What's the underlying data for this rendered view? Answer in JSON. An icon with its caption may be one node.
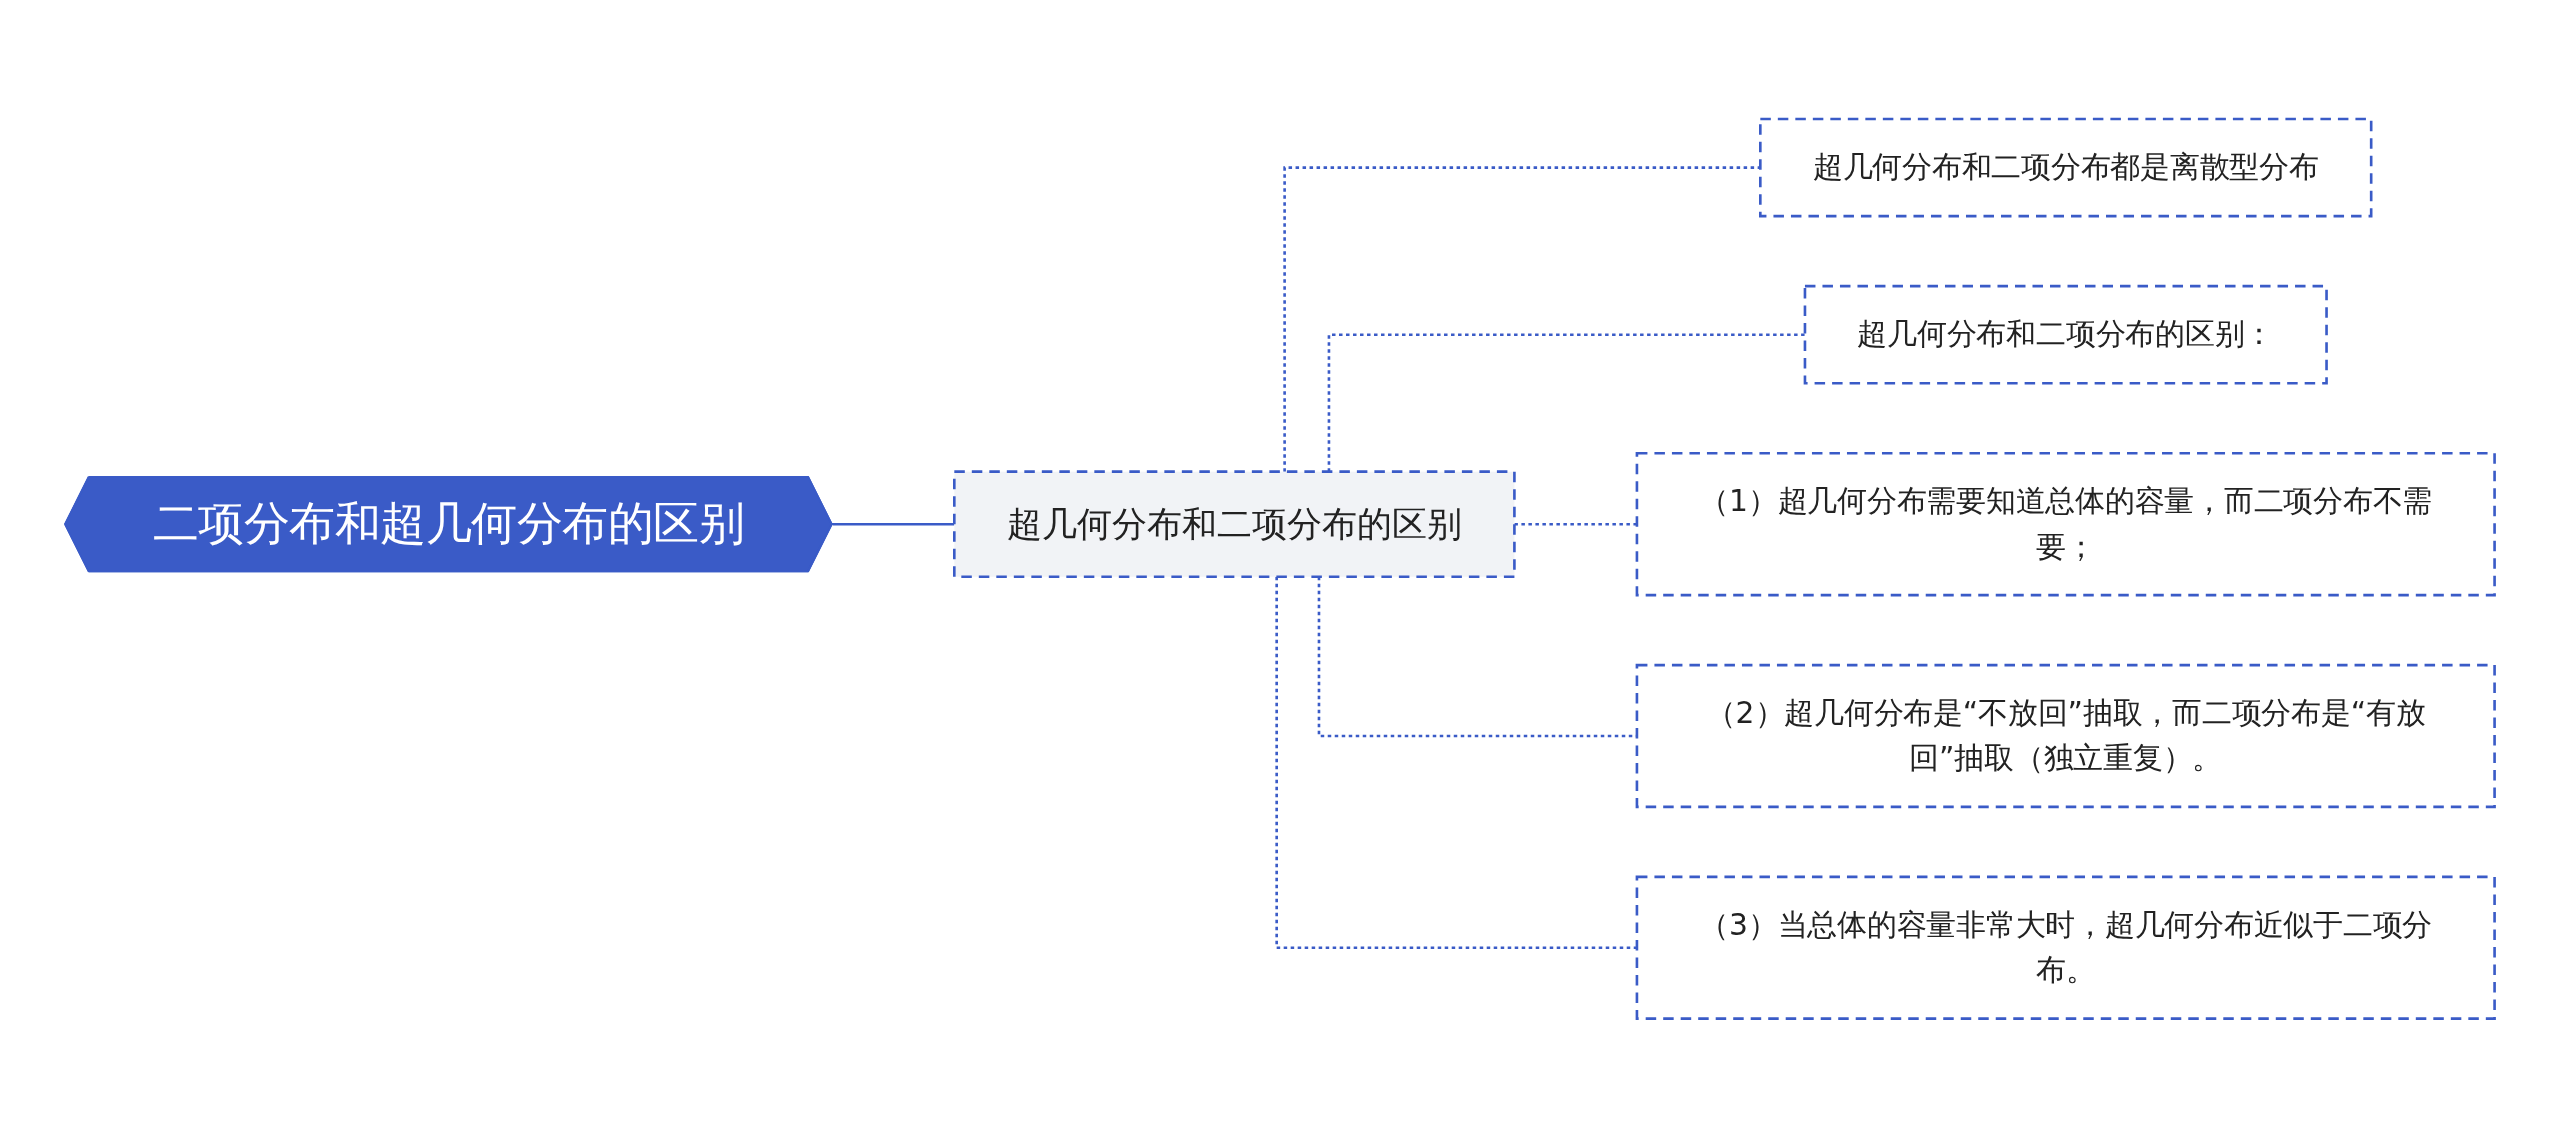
{
  "diagram": {
    "nodes": [
      {
        "text": [
          "二项分布和超几何分布的区别"
        ]
      },
      {
        "text": [
          "超几何分布和二项分布的区别"
        ]
      },
      {
        "text": [
          "超几何分布和二项分布都是离散型分布"
        ]
      },
      {
        "text": [
          "超几何分布和二项分布的区别："
        ]
      },
      {
        "text": [
          "（1）超几何分布需要知道总体的容量，而二项分布不需要；"
        ]
      },
      {
        "text": [
          "（2）超几何分布是“不放回”抽取，而二项分布是“有放回”抽取（独立重复）。"
        ]
      },
      {
        "text": [
          "（3）当总体的容量非常大时，超几何分布近似于二项分布。"
        ]
      }
    ],
    "edges": [
      {
        "from": 0,
        "to": 1,
        "arrow": "none"
      },
      {
        "from": 1,
        "to": 2,
        "arrow": "none",
        "style": "dashed"
      },
      {
        "from": 1,
        "to": 3,
        "arrow": "none",
        "style": "dashed"
      },
      {
        "from": 1,
        "to": 4,
        "arrow": "none",
        "style": "dashed"
      },
      {
        "from": 1,
        "to": 5,
        "arrow": "none",
        "style": "dashed"
      },
      {
        "from": 1,
        "to": 6,
        "arrow": "none",
        "style": "dashed"
      }
    ]
  }
}
